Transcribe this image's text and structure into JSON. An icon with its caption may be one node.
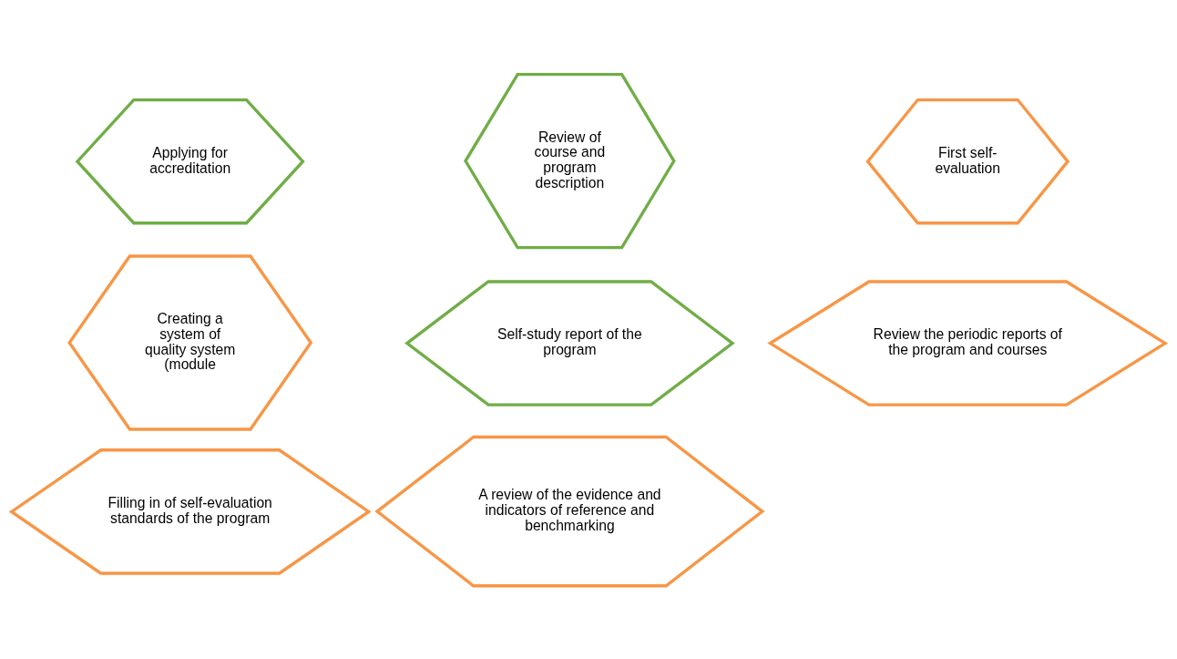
{
  "diagram": {
    "nodes": [
      {
        "text": [
          "Applying for accreditation"
        ]
      },
      {
        "text": [
          "Review of course and program description"
        ]
      },
      {
        "text": [
          "First self-evaluation"
        ]
      },
      {
        "text": [
          "Creating a system of quality system (module"
        ]
      },
      {
        "text": [
          "Self-study report of the program"
        ]
      },
      {
        "text": [
          "Review the periodic reports of the program and courses"
        ]
      },
      {
        "text": [
          "Filling in of self-evaluation standards of the program"
        ]
      },
      {
        "text": [
          "A review of the evidence and indicators of reference and benchmarking"
        ]
      }
    ],
    "edges": []
  }
}
